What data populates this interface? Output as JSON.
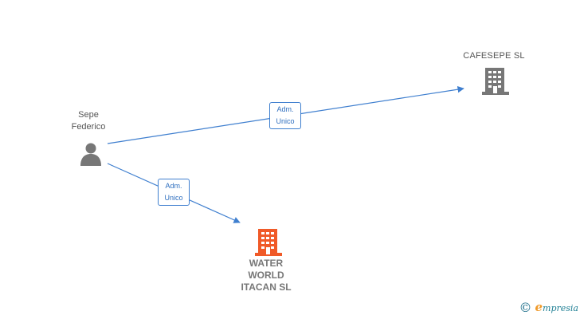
{
  "nodes": {
    "person": {
      "name_lines": [
        "Sepe",
        "Federico"
      ],
      "icon": "person-icon",
      "color": "#777777"
    },
    "company_1": {
      "name": "CAFESEPE  SL",
      "icon": "building-icon",
      "color": "#777777"
    },
    "company_2": {
      "name_lines": [
        "WATER",
        "WORLD",
        "ITACAN  SL"
      ],
      "icon": "building-icon",
      "color": "#f05a28"
    }
  },
  "edges": [
    {
      "from": "Sepe Federico",
      "to": "CAFESEPE  SL",
      "label_lines": [
        "Adm.",
        "Unico"
      ]
    },
    {
      "from": "Sepe Federico",
      "to": "WATER WORLD ITACAN  SL",
      "label_lines": [
        "Adm.",
        "Unico"
      ]
    }
  ],
  "colors": {
    "edge": "#3f7fcf",
    "focus_company": "#f05a28",
    "related_company": "#777777"
  },
  "watermark": {
    "copyright_symbol": "©",
    "brand_initial": "e",
    "brand_rest": "mpresia"
  }
}
